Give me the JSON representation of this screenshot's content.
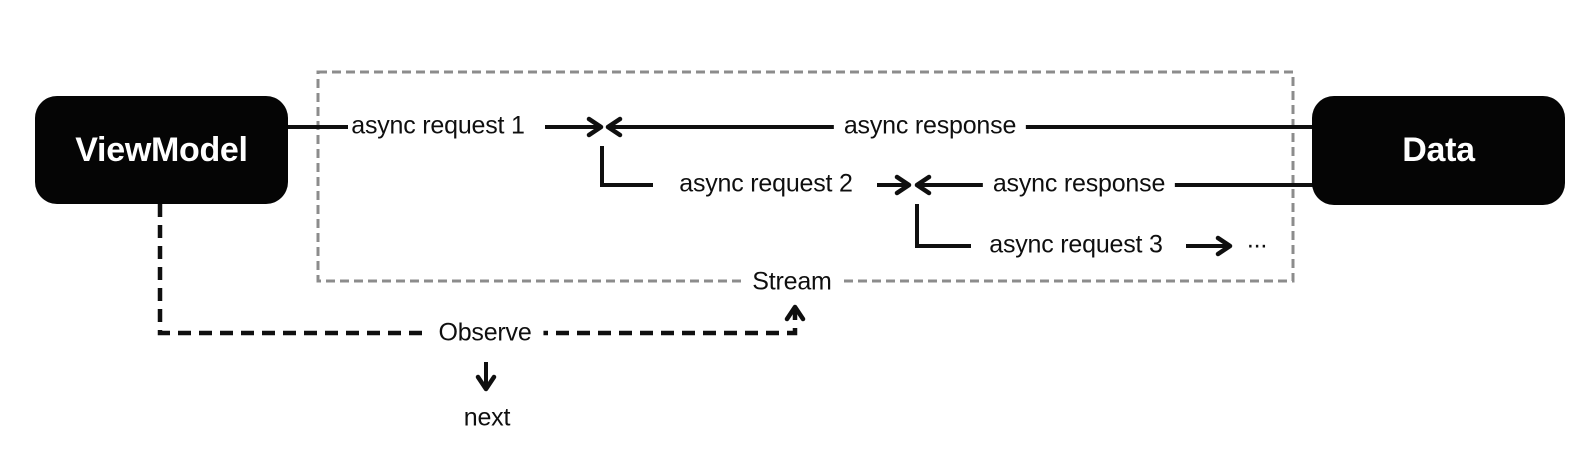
{
  "diagram": {
    "nodes": {
      "viewmodel": "ViewModel",
      "data": "Data"
    },
    "stream_box_label": "Stream",
    "messages": {
      "request1": "async request 1",
      "response1": "async response",
      "request2": "async request 2",
      "response2": "async response",
      "request3": "async request 3",
      "continuation": "..."
    },
    "observe_label": "Observe",
    "next_label": "next",
    "colors": {
      "node_background": "#050505",
      "node_text": "#ffffff",
      "line": "#0f0f0f",
      "stream_border": "#8c8c8c",
      "background": "#ffffff"
    }
  }
}
